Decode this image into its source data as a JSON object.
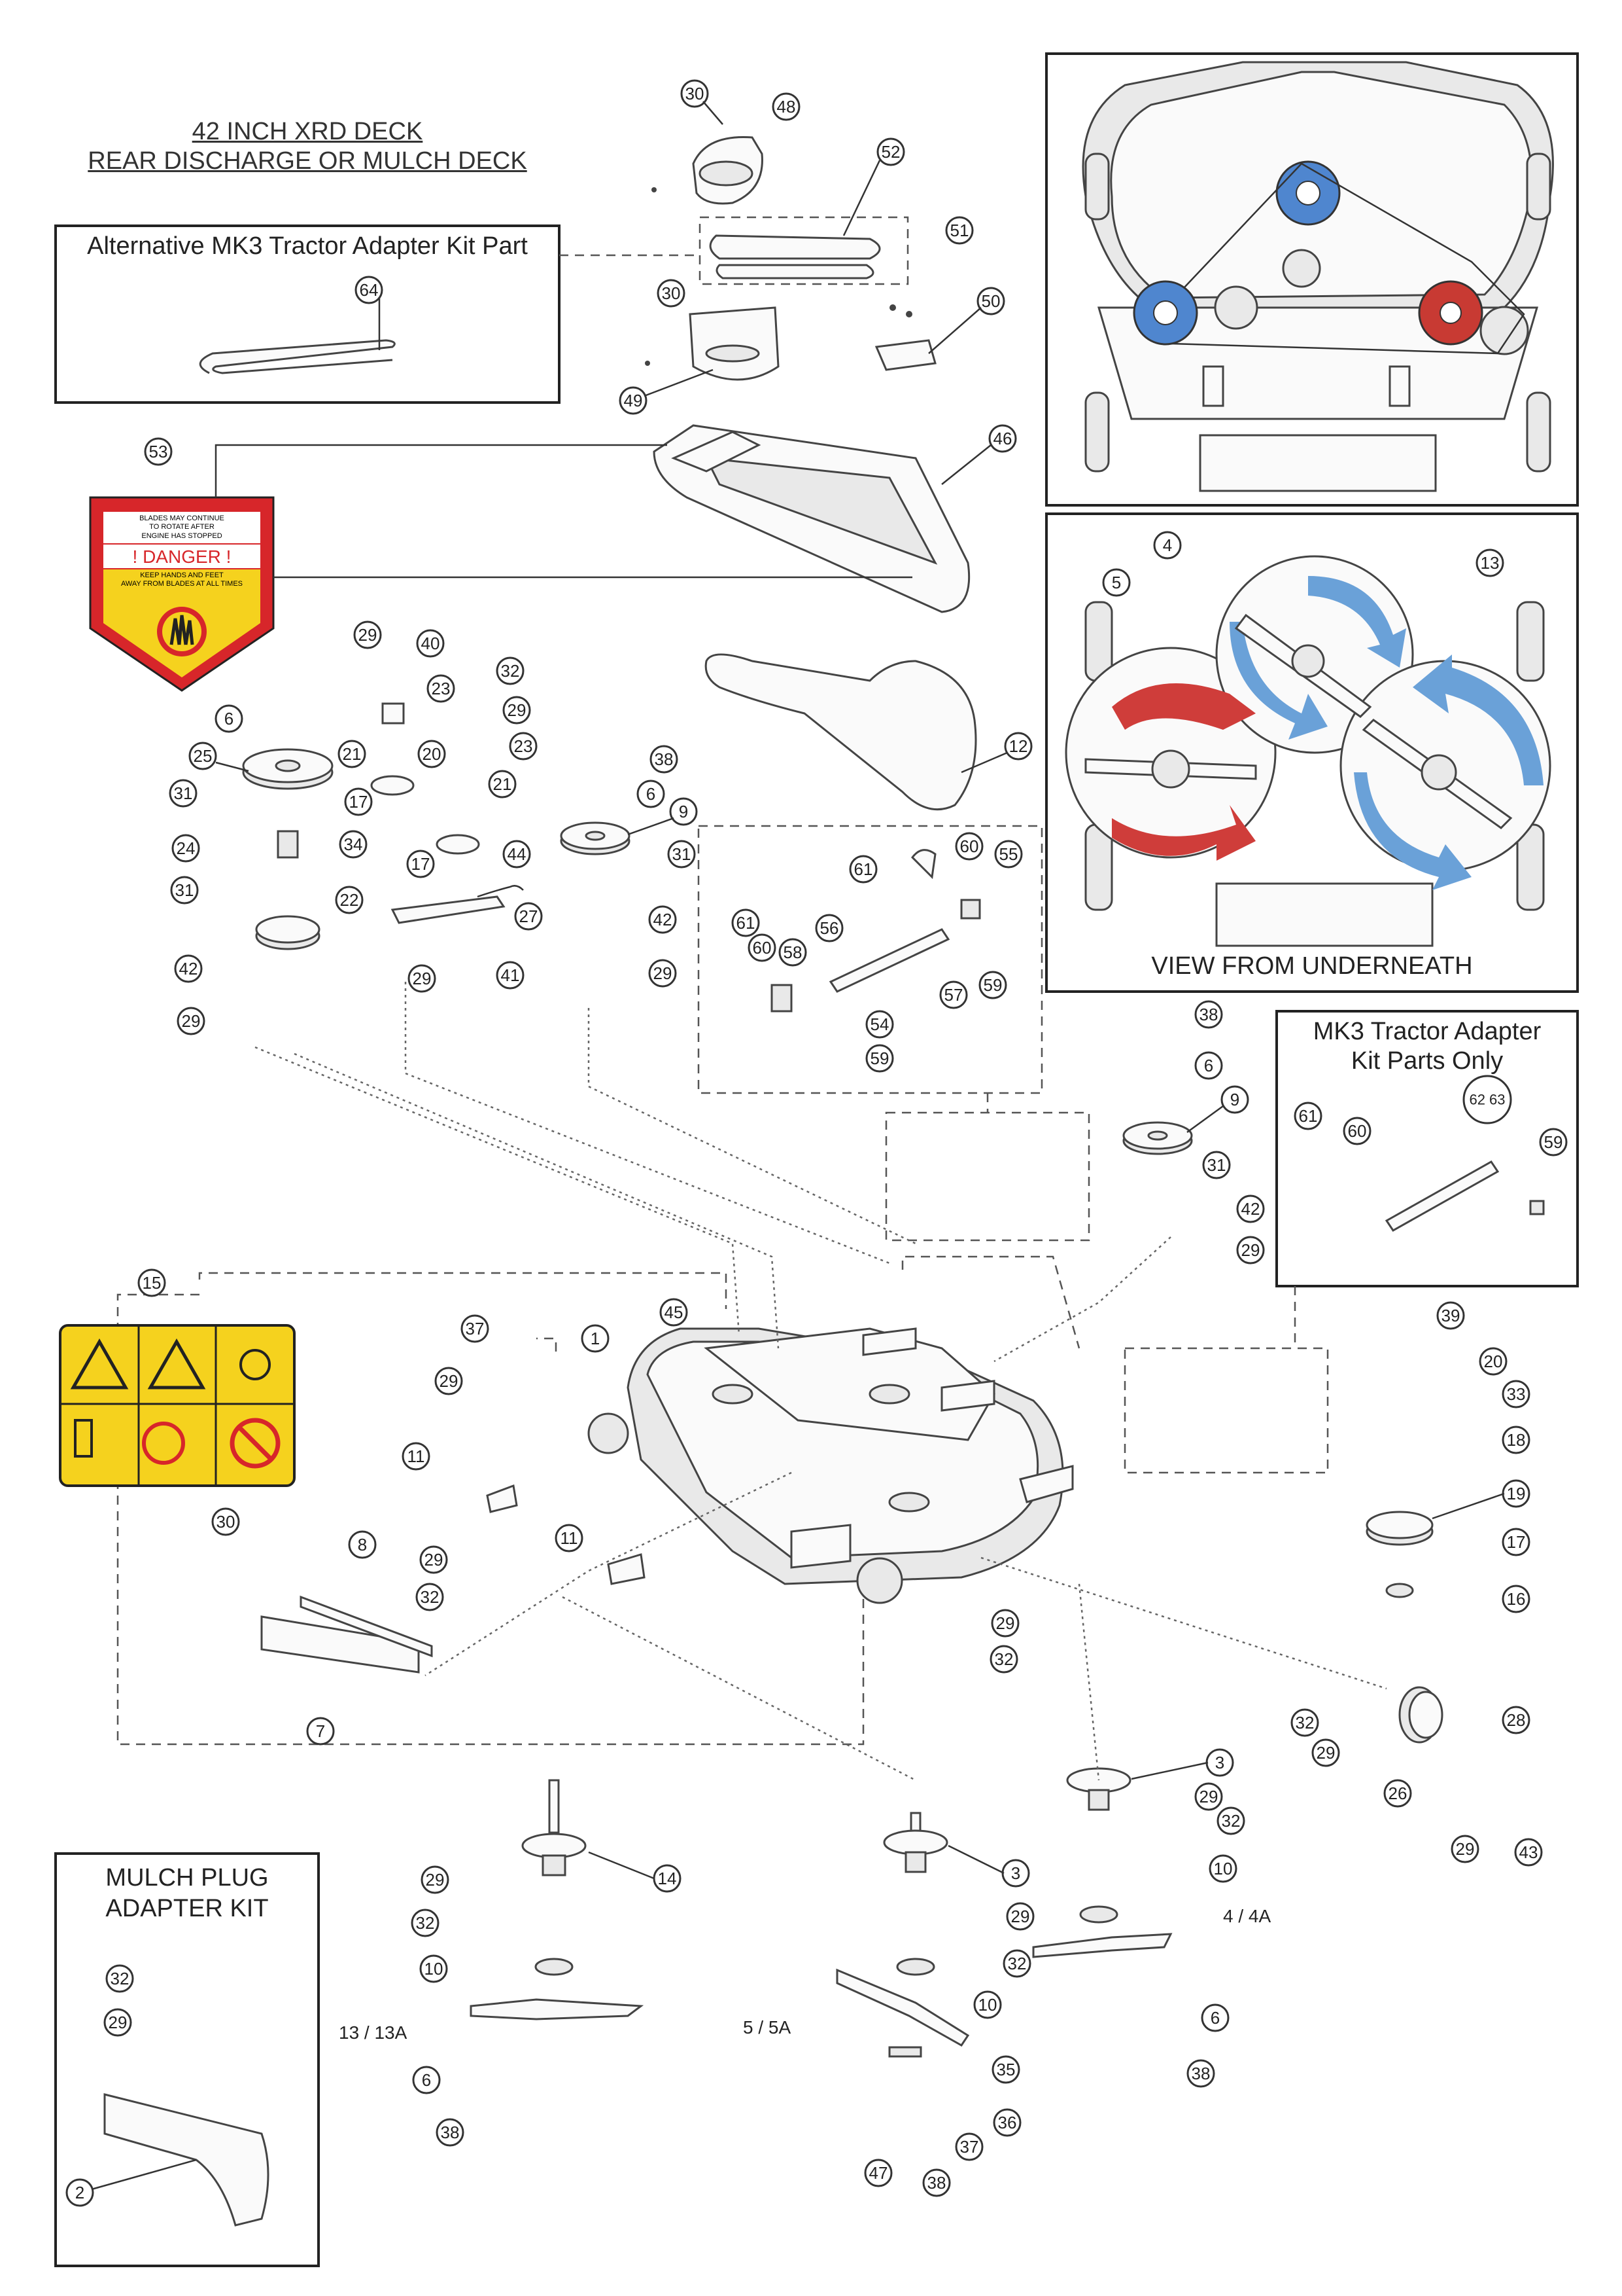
{
  "header": {
    "title_line1": "42 INCH XRD DECK",
    "title_line2": "REAR DISCHARGE OR MULCH DECK"
  },
  "boxes": {
    "alternative_kit": "Alternative MK3 Tractor Adapter Kit Part",
    "view_underneath": "VIEW FROM UNDERNEATH",
    "mk3_kit_line1": "MK3 Tractor Adapter",
    "mk3_kit_line2": "Kit Parts Only",
    "mulch_kit_line1": "MULCH PLUG",
    "mulch_kit_line2": "ADAPTER KIT"
  },
  "danger_decal": {
    "top_text_1": "BLADES MAY CONTINUE",
    "top_text_2": "TO ROTATE AFTER",
    "top_text_3": "ENGINE HAS STOPPED",
    "banner": "! DANGER !",
    "bottom_text_1": "KEEP HANDS AND FEET",
    "bottom_text_2": "AWAY FROM BLADES AT ALL TIMES"
  },
  "blade_labels": {
    "left": "13 / 13A",
    "center": "5 / 5A",
    "right": "4 / 4A"
  },
  "callouts": {
    "c30a": "30",
    "c48": "48",
    "c52": "52",
    "c51": "51",
    "c30b": "30",
    "c50": "50",
    "c49": "49",
    "c64": "64",
    "c53": "53",
    "c46": "46",
    "c12": "12",
    "c29a": "29",
    "c40": "40",
    "c23a": "23",
    "c32a": "32",
    "c29b": "29",
    "c23b": "23",
    "c6a": "6",
    "c25": "25",
    "c21a": "21",
    "c20a": "20",
    "c21b": "21",
    "c17a": "17",
    "c31a": "31",
    "c24": "24",
    "c34": "34",
    "c17b": "17",
    "c44": "44",
    "c31b": "31",
    "c22": "22",
    "c27": "27",
    "c29c": "29",
    "c41": "41",
    "c42a": "42",
    "c29d": "29",
    "c38a": "38",
    "c6b": "6",
    "c9a": "9",
    "c31c": "31",
    "c42b": "42",
    "c29e": "29",
    "c61a": "61",
    "c60a": "60",
    "c55": "55",
    "c61b": "61",
    "c60b": "60",
    "c58": "58",
    "c56": "56",
    "c57": "57",
    "c59a": "59",
    "c54": "54",
    "c59b": "59",
    "c4": "4",
    "c5": "5",
    "c13": "13",
    "c38b": "38",
    "c6c": "6",
    "c9b": "9",
    "c31d": "31",
    "c42c": "42",
    "c29f": "29",
    "c61c": "61",
    "c60c": "60",
    "c6263": "62 63",
    "c59c": "59",
    "c15": "15",
    "c1": "1",
    "c45": "45",
    "c37": "37",
    "c29g": "29",
    "c11a": "11",
    "c30c": "30",
    "c8": "8",
    "c29h": "29",
    "c32b": "32",
    "c11b": "11",
    "c7": "7",
    "c39": "39",
    "c20b": "20",
    "c33": "33",
    "c18": "18",
    "c19": "19",
    "c17c": "17",
    "c16": "16",
    "c29i": "29",
    "c32c": "32",
    "c32d": "32",
    "c29j": "29",
    "c28": "28",
    "c26": "26",
    "c29k": "29",
    "c43": "43",
    "c3a": "3",
    "c29l": "29",
    "c32e": "32",
    "c10a": "10",
    "c6d": "6",
    "c38c": "38",
    "c14": "14",
    "c29m": "29",
    "c32f": "32",
    "c10b": "10",
    "c6e": "6",
    "c38d": "38",
    "c3b": "3",
    "c29n": "29",
    "c32g": "32",
    "c10c": "10",
    "c35": "35",
    "c36": "36",
    "c37b": "37",
    "c47": "47",
    "c38e": "38",
    "c32h": "32",
    "c29o": "29",
    "c2": "2"
  },
  "colors": {
    "danger_red": "#d7262a",
    "warning_yellow": "#f5d21e",
    "arrow_red": "#cf3d3a",
    "arrow_blue": "#6aa1d8",
    "pulley_blue": "#4f86cf",
    "pulley_red": "#c83a33"
  }
}
